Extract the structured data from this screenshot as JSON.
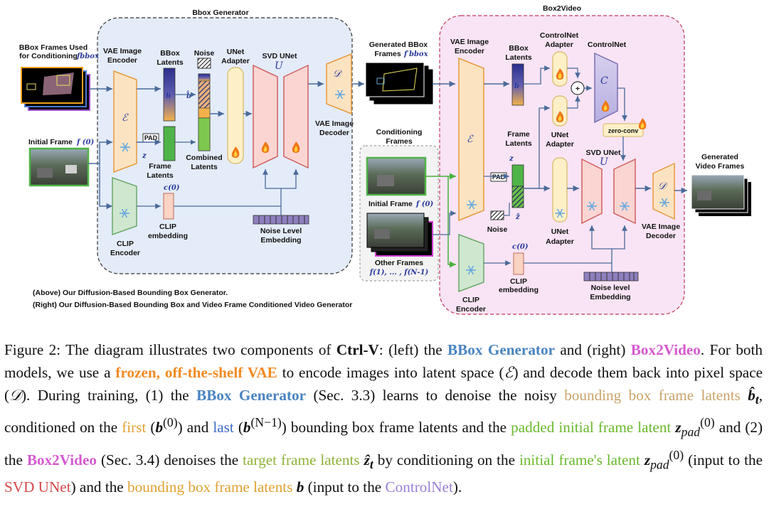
{
  "panels": {
    "bbox_generator": "Bbox Generator",
    "box2video": "Box2Video"
  },
  "labels": {
    "bbox_frames_used": "BBox Frames Used",
    "for_conditioning": "for Conditioning",
    "f_bbox": "fbbox",
    "vae_image_encoder_1": "VAE Image",
    "vae_image_encoder_2": "Encoder",
    "bbox_latents_1": "BBox",
    "bbox_latents_2": "Latents",
    "noise": "Noise",
    "unet_adapter_1": "UNet",
    "unet_adapter_2": "Adapter",
    "svd_unet": "SVD UNet",
    "pad": "PAD",
    "frame_latents_1": "Frame",
    "frame_latents_2": "Latents",
    "combined_latents_1": "Combined",
    "combined_latents_2": "Latents",
    "initial_frame": "Initial Frame",
    "clip_embedding_1": "CLIP",
    "clip_embedding_2": "embedding",
    "clip_encoder_1": "CLIP",
    "clip_encoder_2": "Encoder",
    "noise_level_embedding_1": "Noise Level",
    "noise_level_embedding_2": "Embedding",
    "vae_image_decoder_1": "VAE Image",
    "vae_image_decoder_2": "Decoder",
    "generated_bbox_frames_1": "Generated BBox",
    "generated_bbox_frames_2": "Frames",
    "conditioning_frames_1": "Conditioning",
    "conditioning_frames_2": "Frames",
    "other_frames": "Other Frames",
    "other_frames_idx": "f(1), ... , f(N-1)",
    "controlnet_adapter_1": "ControlNet",
    "controlnet_adapter_2": "Adapter",
    "controlnet": "ControlNet",
    "zero_conv": "zero-conv",
    "noise_level_embedding_b1": "Noise level",
    "noise_level_embedding_b2": "Embedding",
    "generated_video_frames_1": "Generated",
    "generated_video_frames_2": "Video Frames",
    "above_note": "(Above) Our Diffusion-Based Bounding Box Generator.",
    "right_note": "(Right)  Our Diffusion-Based Bounding Box and Video Frame Conditioned Video Generator"
  },
  "caption": {
    "figure_label": "Figure 2:",
    "t1": "The diagram illustrates two components of",
    "ctrlv": "Ctrl-V",
    "t2": ": (left) the",
    "bbox_gen": "BBox Generator",
    "t3": "and (right)",
    "box2video": "Box2Video",
    "t4": ". For both models, we use a",
    "frozen_vae": "frozen, off-the-shelf VAE",
    "t5": "to encode images into latent space (",
    "t6": ") and decode them back into pixel space (",
    "t7": "). During training, (1) the",
    "bbox_gen2": "BBox Generator",
    "t8": "(Sec. 3.3) learns to denoise the noisy",
    "noisy_latents": "bounding box frame latents",
    "t9": ", conditioned on the",
    "first": "first",
    "t10": "and",
    "last": "last",
    "t11": "bounding box frame latents and the",
    "padded": "padded initial frame latent",
    "t12": "and (2) the",
    "box2video2": "Box2Video",
    "t13": "(Sec. 3.4) denoises the",
    "target": "target frame latents",
    "t14": "by conditioning on the",
    "initial_latent": "initial frame's latent",
    "t15": "(input to the",
    "svd_unet": "SVD UNet",
    "t16": ") and the",
    "bbox_latents": "bounding box frame latents",
    "t17": "(input to the",
    "controlnet": "ControlNet",
    "t18": ")."
  }
}
